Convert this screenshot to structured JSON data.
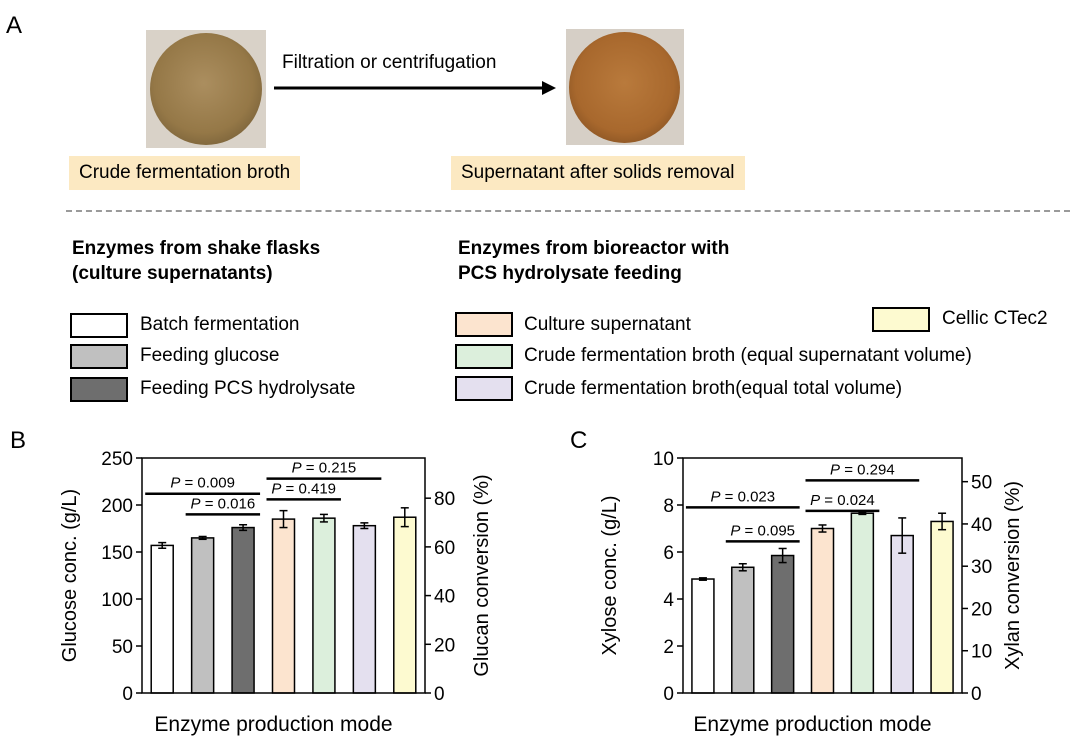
{
  "panel_a": {
    "label": "A",
    "left_caption": "Crude fermentation broth",
    "arrow_label": "Filtration or centrifugation",
    "right_caption": "Supernatant after solids removal"
  },
  "legend": {
    "left_heading_1": "Enzymes from shake flasks",
    "left_heading_2": "(culture supernatants)",
    "right_heading_1": "Enzymes from bioreactor with",
    "right_heading_2": "PCS hydrolysate feeding",
    "items": [
      {
        "label": "Batch fermentation",
        "color": "#ffffff"
      },
      {
        "label": "Feeding glucose",
        "color": "#c0c0c0"
      },
      {
        "label": "Feeding PCS hydrolysate",
        "color": "#6e6e6e"
      },
      {
        "label": "Culture supernatant",
        "color": "#fce4cf"
      },
      {
        "label": "Crude fermentation broth (equal supernatant volume)",
        "color": "#dcefdc"
      },
      {
        "label": "Crude fermentation broth(equal total volume)",
        "color": "#e4e0ef"
      },
      {
        "label": "Cellic CTec2",
        "color": "#fdfad0"
      }
    ]
  },
  "chart_data": [
    {
      "panel": "B",
      "type": "bar",
      "categories": [
        "Batch fermentation",
        "Feeding glucose",
        "Feeding PCS hydrolysate",
        "Culture supernatant",
        "Crude fermentation broth (equal supernatant volume)",
        "Crude fermentation broth(equal total volume)",
        "Cellic CTec2"
      ],
      "values": [
        157,
        165,
        176,
        185,
        186,
        178,
        187
      ],
      "errors": [
        3,
        1.5,
        3,
        9,
        4,
        3,
        10
      ],
      "colors": [
        "#ffffff",
        "#c0c0c0",
        "#6e6e6e",
        "#fce4cf",
        "#dcefdc",
        "#e4e0ef",
        "#fdfad0"
      ],
      "xlabel": "Enzyme production mode",
      "ylabel": "Glucose conc. (g/L)",
      "y2label": "Glucan conversion (%)",
      "ylim": [
        0,
        250
      ],
      "yticks": [
        "0",
        "50",
        "100",
        "150",
        "200",
        "250"
      ],
      "y2lim": [
        0,
        96.5
      ],
      "y2ticks": [
        "0",
        "20",
        "40",
        "60",
        "80"
      ],
      "annotations": [
        {
          "prefix": "P",
          "text": " = 0.009",
          "from": 0,
          "to": 2,
          "level": 212
        },
        {
          "prefix": "P",
          "text": " = 0.016",
          "from": 1,
          "to": 2,
          "level": 190
        },
        {
          "prefix": "P",
          "text": " = 0.215",
          "from": 3,
          "to": 5,
          "level": 228
        },
        {
          "prefix": "P",
          "text": " = 0.419",
          "from": 3,
          "to": 4,
          "level": 206
        }
      ]
    },
    {
      "panel": "C",
      "type": "bar",
      "categories": [
        "Batch fermentation",
        "Feeding glucose",
        "Feeding PCS hydrolysate",
        "Culture supernatant",
        "Crude fermentation broth (equal supernatant volume)",
        "Crude fermentation broth(equal total volume)",
        "Cellic CTec2"
      ],
      "values": [
        4.85,
        5.35,
        5.85,
        7.0,
        7.65,
        6.7,
        7.3
      ],
      "errors": [
        0.05,
        0.15,
        0.3,
        0.15,
        0.05,
        0.75,
        0.35
      ],
      "colors": [
        "#ffffff",
        "#c0c0c0",
        "#6e6e6e",
        "#fce4cf",
        "#dcefdc",
        "#e4e0ef",
        "#fdfad0"
      ],
      "xlabel": "Enzyme production mode",
      "ylabel": "Xylose conc. (g/L)",
      "y2label": "Xylan conversion (%)",
      "ylim": [
        0,
        10
      ],
      "yticks": [
        "0",
        "2",
        "4",
        "6",
        "8",
        "10"
      ],
      "y2lim": [
        0,
        55.6
      ],
      "y2ticks": [
        "0",
        "10",
        "20",
        "30",
        "40",
        "50"
      ],
      "annotations": [
        {
          "prefix": "P",
          "text": " = 0.023",
          "from": 0,
          "to": 2,
          "level": 7.9
        },
        {
          "prefix": "P",
          "text": " = 0.095",
          "from": 1,
          "to": 2,
          "level": 6.45
        },
        {
          "prefix": "P",
          "text": " = 0.294",
          "from": 3,
          "to": 5,
          "level": 9.05
        },
        {
          "prefix": "P",
          "text": " = 0.024",
          "from": 3,
          "to": 4,
          "level": 7.75
        }
      ]
    }
  ]
}
